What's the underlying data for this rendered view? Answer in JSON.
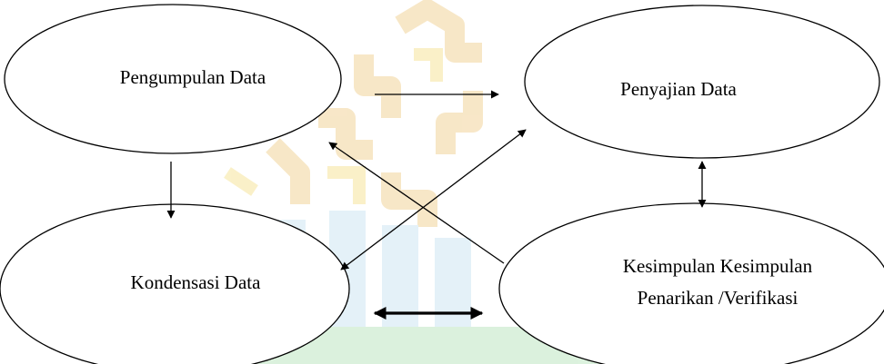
{
  "colors": {
    "stroke": "#000000",
    "node_fill": "#ffffff",
    "watermark_gold": "#f2d49a",
    "watermark_yellow": "#f6e59c",
    "watermark_blue": "#cfe6f4",
    "watermark_green": "#bfe7c2"
  },
  "watermark": {
    "icon": "university-logo-watermark"
  },
  "nodes": {
    "pengumpulan": {
      "label": "Pengumpulan Data"
    },
    "penyajian": {
      "label": "Penyajian Data"
    },
    "kondensasi": {
      "label": "Kondensasi Data"
    },
    "kesimpulan": {
      "label_line1": "Kesimpulan  Kesimpulan",
      "label_line2": "Penarikan /Verifikasi"
    }
  },
  "edges": [
    {
      "from": "pengumpulan",
      "to": "penyajian",
      "direction": "one-way"
    },
    {
      "from": "pengumpulan",
      "to": "kondensasi",
      "direction": "one-way"
    },
    {
      "from": "penyajian",
      "to": "kesimpulan",
      "direction": "two-way"
    },
    {
      "from": "kondensasi",
      "to": "penyajian",
      "direction": "two-way"
    },
    {
      "from": "kesimpulan",
      "to": "pengumpulan",
      "direction": "one-way"
    },
    {
      "from": "kondensasi",
      "to": "kesimpulan",
      "direction": "two-way",
      "weight": "thick"
    }
  ]
}
